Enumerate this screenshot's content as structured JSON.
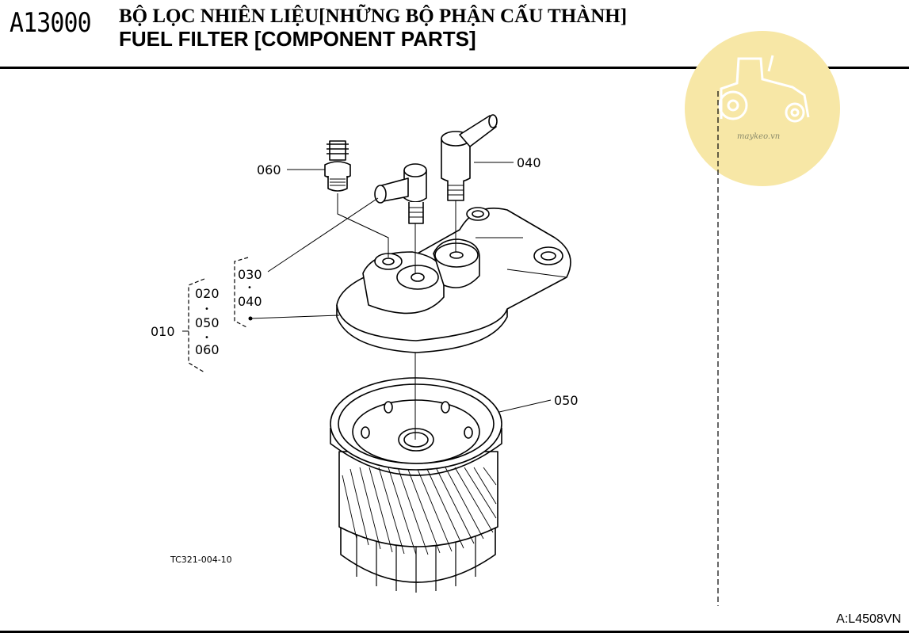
{
  "header": {
    "code": "A13000",
    "title_vi": "BỘ LỌC NHIÊN LIỆU[NHỮNG BỘ PHẬN CẤU THÀNH]",
    "title_en": "FUEL FILTER [COMPONENT PARTS]"
  },
  "watermark": {
    "text": "maykeo.vn",
    "color": "#f7e7a6",
    "icon": "tractor-icon"
  },
  "callouts": {
    "c060": "060",
    "c040": "040",
    "c030": "030",
    "c020": "020",
    "c040b": "040",
    "c050": "050",
    "c060b": "060",
    "c010": "010",
    "c050b": "050",
    "dot": "•"
  },
  "figure_code": "TC321-004-10",
  "doc_ref": "A:L4508VN"
}
